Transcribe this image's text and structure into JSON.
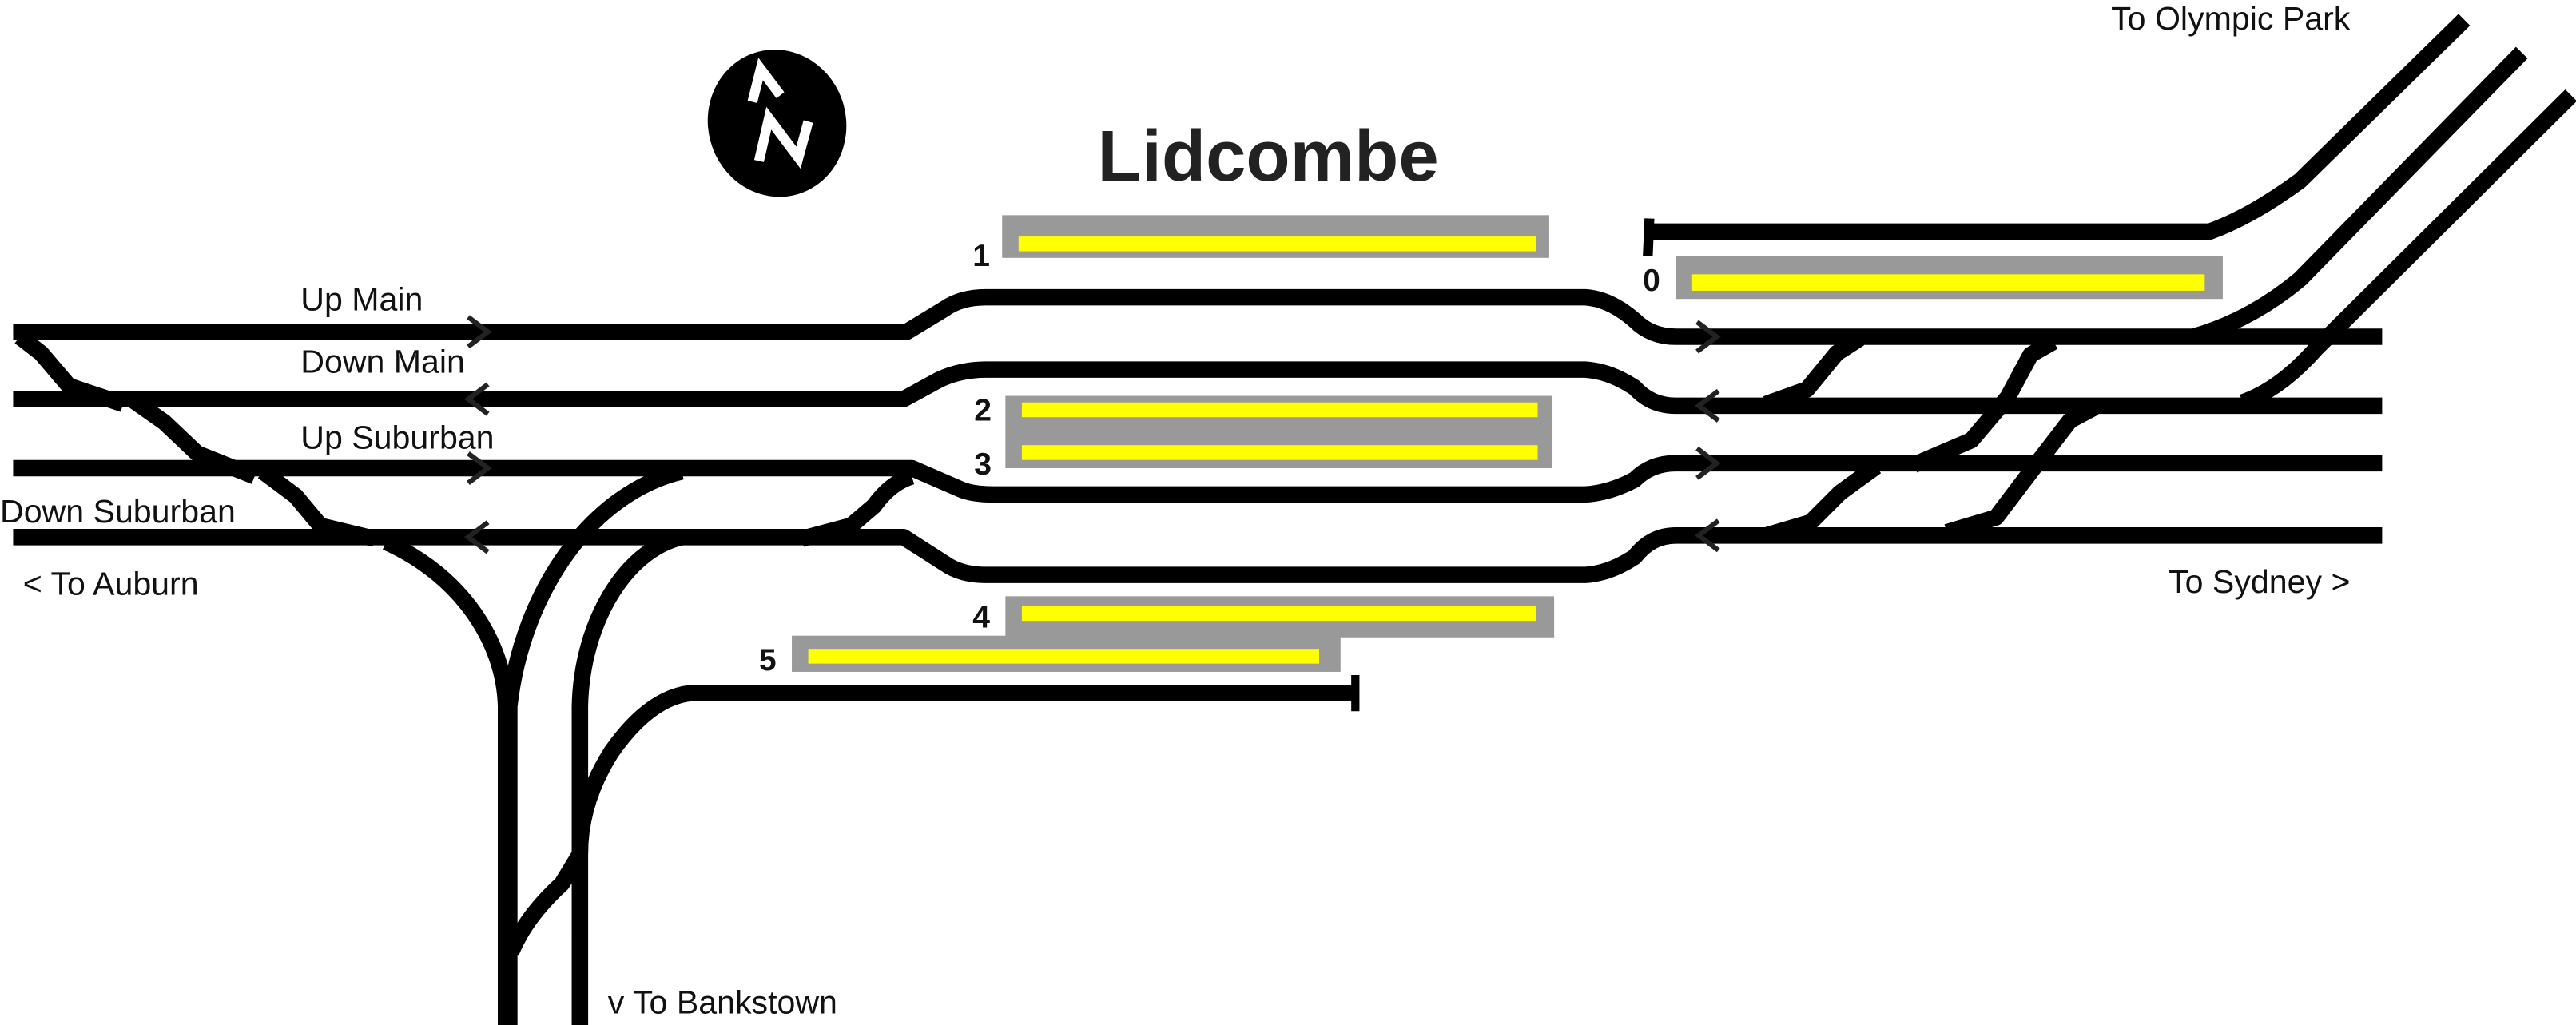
{
  "title": "Lidcombe",
  "compass": {
    "icon": "north-arrow-icon",
    "letter": "N"
  },
  "track_labels": {
    "up_main": "Up Main",
    "down_main": "Down Main",
    "up_suburban": "Up Suburban",
    "down_suburban": "Down Suburban"
  },
  "destinations": {
    "auburn": "< To Auburn",
    "sydney": "To Sydney >",
    "olympic_park": "To Olympic Park",
    "bankstown": "v To Bankstown"
  },
  "platforms": [
    {
      "number": "0"
    },
    {
      "number": "1"
    },
    {
      "number": "2"
    },
    {
      "number": "3"
    },
    {
      "number": "4"
    },
    {
      "number": "5"
    }
  ],
  "colors": {
    "track": "#000000",
    "platform": "#999999",
    "platform_edge": "#ffff00"
  }
}
